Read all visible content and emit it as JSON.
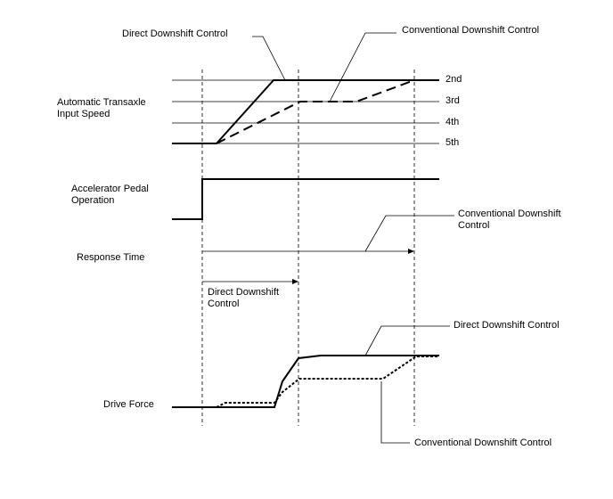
{
  "gears": [
    "2nd",
    "3rd",
    "4th",
    "5th"
  ],
  "labels": {
    "input_speed": [
      "Automatic Transaxle",
      "Input Speed"
    ],
    "pedal": [
      "Accelerator Pedal",
      "Operation"
    ],
    "response_time": "Response Time",
    "drive_force": "Drive Force"
  },
  "callouts": {
    "direct_top": "Direct Downshift Control",
    "conventional_top": "Conventional Downshift Control",
    "conventional_response": [
      "Conventional Downshift",
      "Control"
    ],
    "direct_response": [
      "Direct Downshift",
      "Control"
    ],
    "direct_force": "Direct Downshift Control",
    "conventional_force": "Conventional Downshift Control"
  },
  "colors": {
    "line": "#000000",
    "guide": "#000000"
  }
}
